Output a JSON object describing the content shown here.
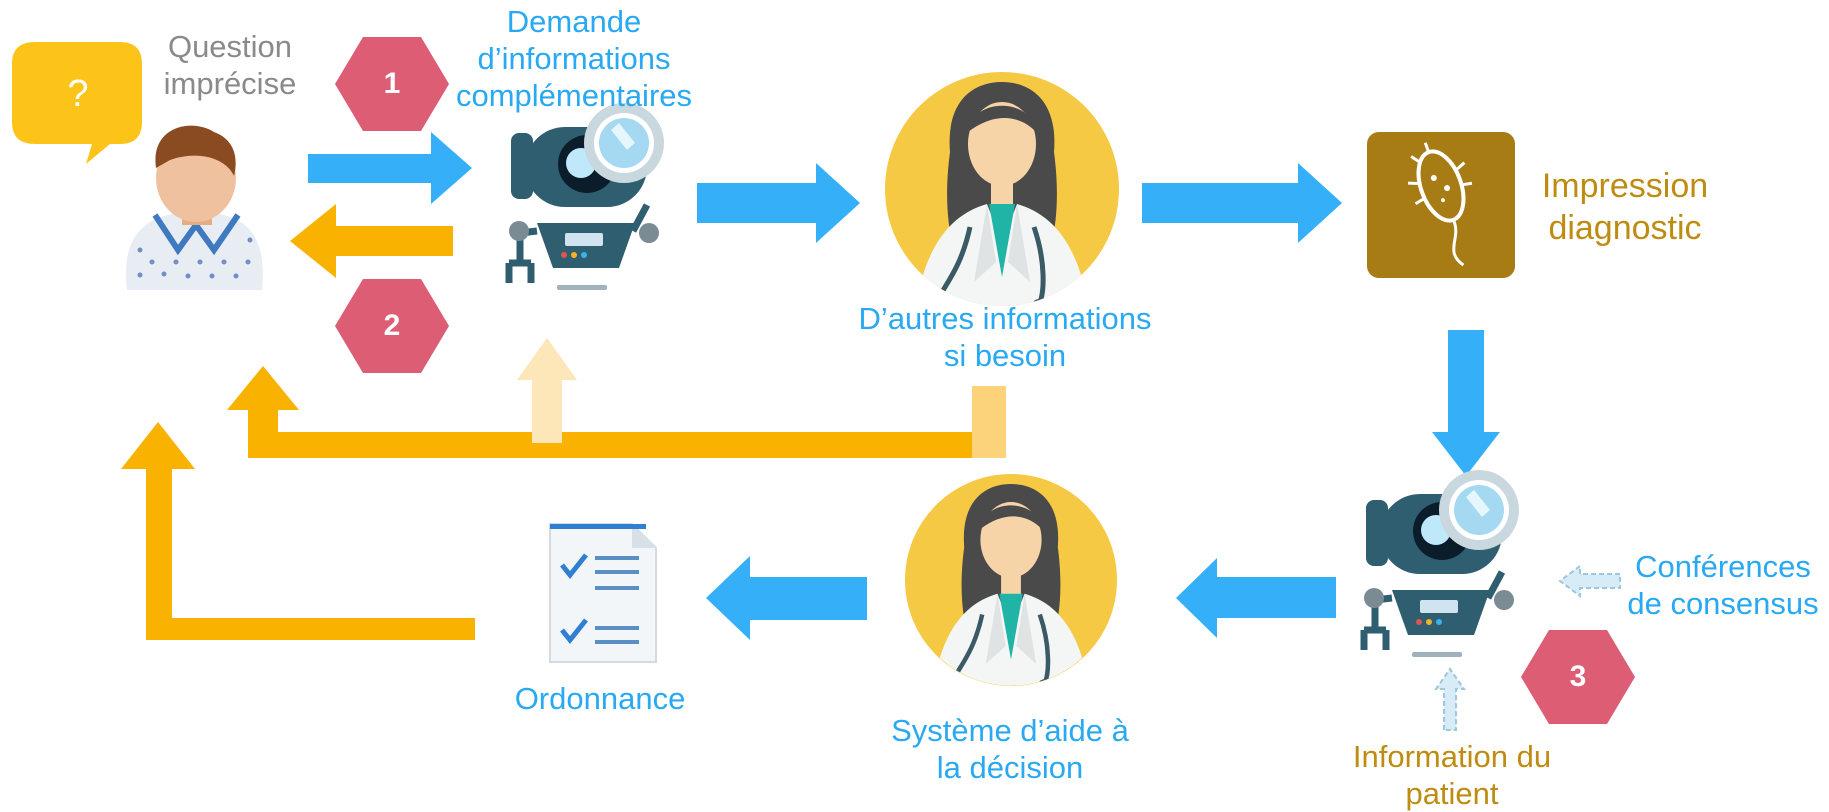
{
  "labels": {
    "question": [
      "Question",
      "imprécise"
    ],
    "demande": [
      "Demande",
      "d’informations",
      "complémentaires"
    ],
    "autres": [
      "D’autres informations",
      "si besoin"
    ],
    "impression": [
      "Impression",
      "diagnostic"
    ],
    "conferences": [
      "Conférences",
      "de consensus"
    ],
    "info_patient": [
      "Information du",
      "patient"
    ],
    "systeme": [
      "Système d’aide à",
      "la décision"
    ],
    "ordonnance": "Ordonnance"
  },
  "icons": {
    "speech_bubble": "?",
    "patient": "patient-icon",
    "robot": "robot-magnifier-icon",
    "doctor": "doctor-icon",
    "bacteria": "bacteria-icon",
    "prescription": "checklist-document-icon"
  },
  "badges": [
    "1",
    "2",
    "3"
  ],
  "colors": {
    "blue_arrow": "#35b0f8",
    "orange_arrow": "#f9b200",
    "light_orange_arrow": "#fde6b8",
    "badge": "#dd5d74",
    "blue_text": "#29a9f1",
    "gold_text": "#bf8c12",
    "gray_text": "#8a8a8a",
    "doctor_circle": "#f6c944"
  }
}
